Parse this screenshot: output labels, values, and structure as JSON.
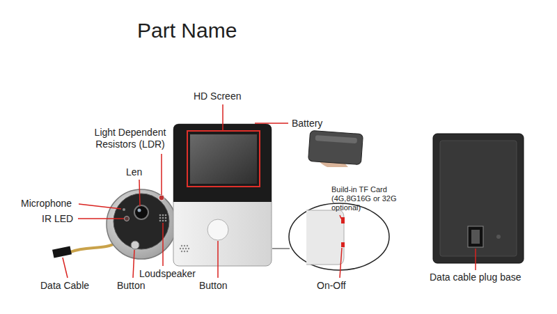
{
  "diagram": {
    "title": "Part Name",
    "labels": [
      "HD Screen",
      "Battery",
      "Light Dependent Resistors (LDR)",
      "Len",
      "Microphone",
      "IR LED",
      "Build-in TF Card (4G,8G16G or 32G optional)",
      "Loudspeaker",
      "Data Cable",
      "Button",
      "Button",
      "On-Off",
      "Data cable plug base"
    ]
  }
}
